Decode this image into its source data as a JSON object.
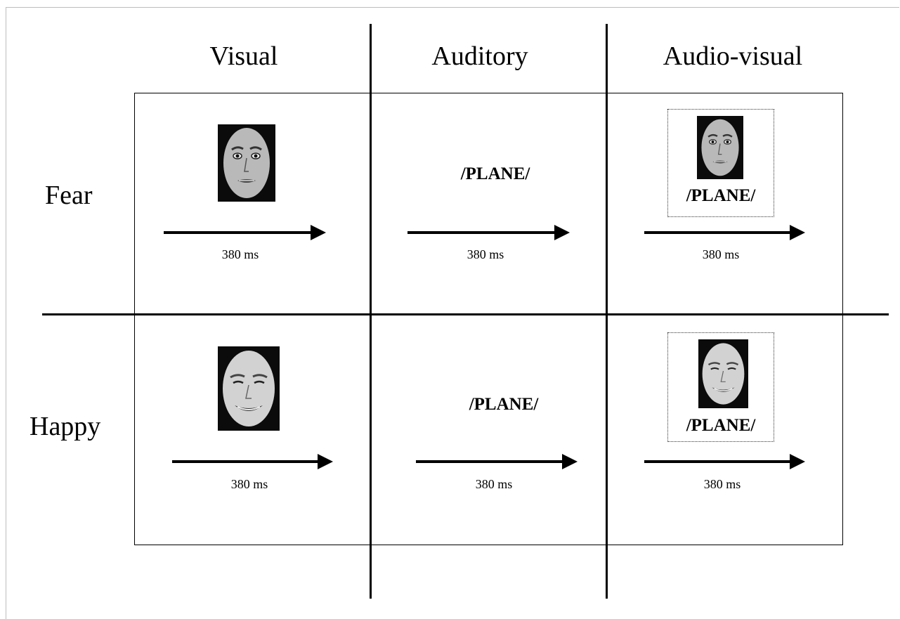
{
  "columns": {
    "visual": "Visual",
    "auditory": "Auditory",
    "audiovisual": "Audio-visual"
  },
  "rows": {
    "fear": "Fear",
    "happy": "Happy"
  },
  "stimulus_word": "/PLANE/",
  "duration_label": "380 ms",
  "faces": {
    "fear": "fearful-face-icon",
    "happy": "happy-face-icon"
  }
}
